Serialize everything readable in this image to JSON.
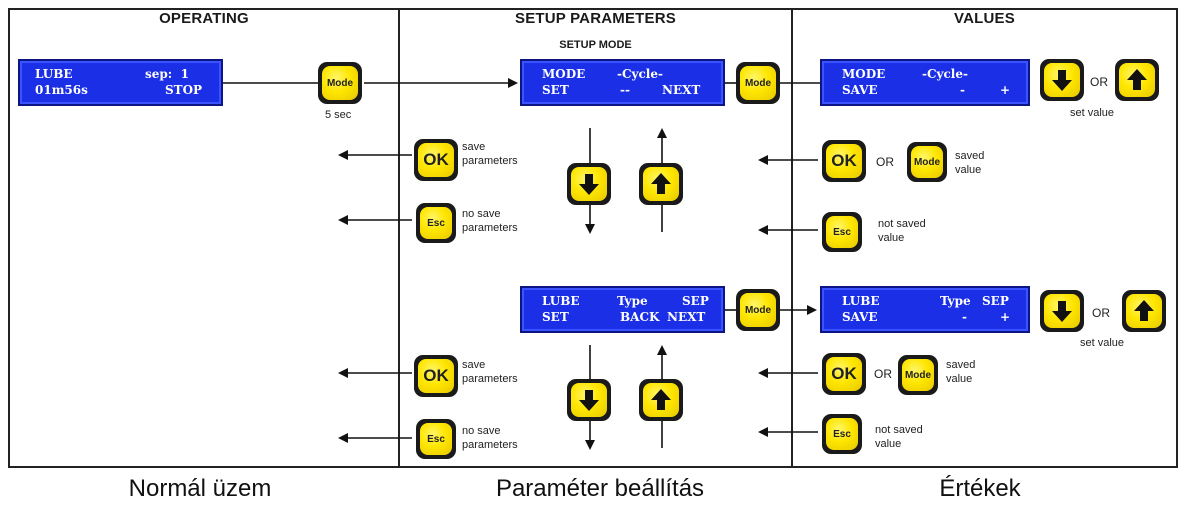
{
  "columns": {
    "operating": "OPERATING",
    "setup": "SETUP PARAMETERS",
    "setup_sub": "SETUP MODE",
    "values": "VALUES"
  },
  "captions": {
    "left": "Normál üzem",
    "middle": "Paraméter beállítás",
    "right": "Értékek"
  },
  "lcd_operating": {
    "r1a": "LUBE",
    "r1b": "sep:  1",
    "r2a": "01m56s",
    "r2b": "STOP"
  },
  "lcd_setup1": {
    "r1a": "MODE",
    "r1b": "-Cycle-",
    "r2a": "SET",
    "r2b": "--",
    "r2c": "NEXT"
  },
  "lcd_values1": {
    "r1a": "MODE",
    "r1b": "-Cycle-",
    "r2a": "SAVE",
    "r2b": "-",
    "r2c": "+"
  },
  "lcd_setup2": {
    "r1a": "LUBE",
    "r1b": "Type",
    "r1c": "SEP",
    "r2a": "SET",
    "r2b": "BACK",
    "r2c": "NEXT"
  },
  "lcd_values2": {
    "r1a": "LUBE",
    "r1b": "Type",
    "r1c": "SEP",
    "r2a": "SAVE",
    "r2b": "-",
    "r2c": "+"
  },
  "buttons": {
    "mode": "Mode",
    "ok": "OK",
    "esc": "Esc"
  },
  "labels": {
    "five_sec": "5 sec",
    "save_params_1": "save",
    "save_params_2": "parameters",
    "nosave_params_1": "no save",
    "nosave_params_2": "parameters",
    "saved_1": "saved",
    "saved_2": "value",
    "notsaved_1": "not saved",
    "notsaved_2": "value",
    "or": "OR",
    "set_value": "set value"
  },
  "colors": {
    "lcd_blue": "#1a2fe6",
    "button_yellow": "#ffe600",
    "button_bezel": "#1a1a1a"
  }
}
